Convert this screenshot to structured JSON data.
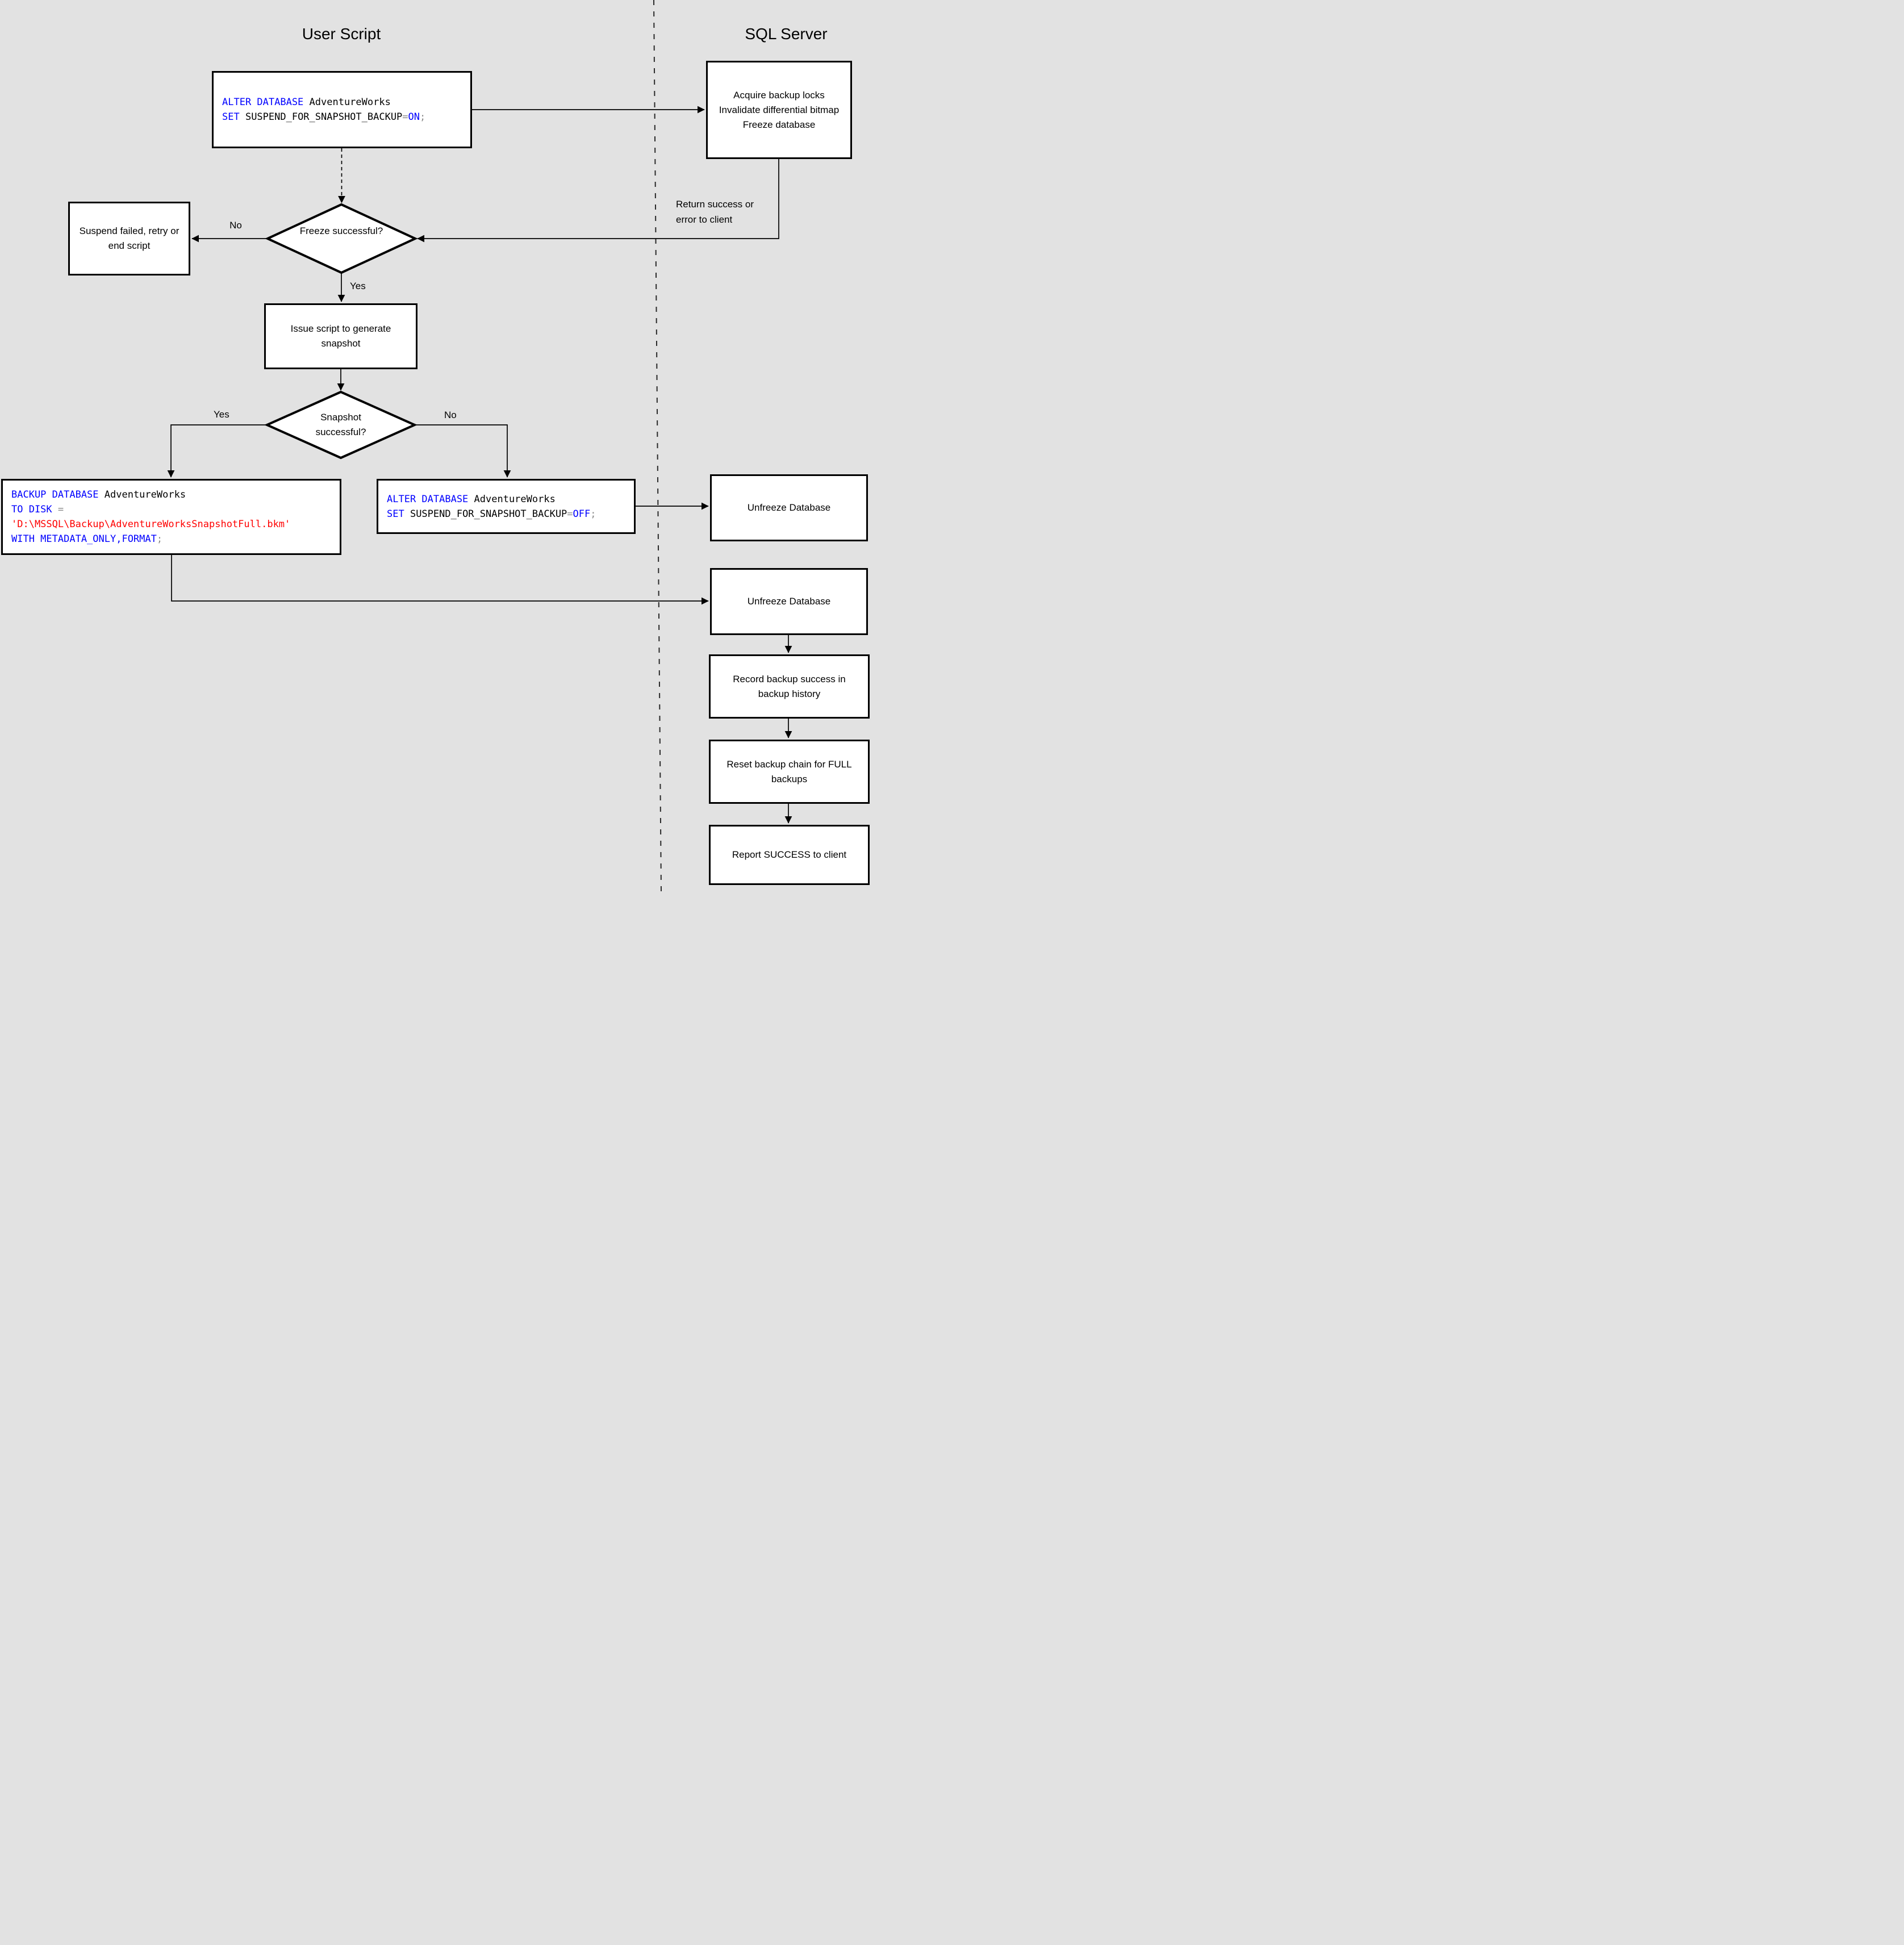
{
  "header": {
    "left_title": "User Script",
    "right_title": "SQL Server"
  },
  "nodes": {
    "alter_on": {
      "line1": {
        "kw": "ALTER DATABASE",
        "id": " AdventureWorks"
      },
      "line2": {
        "kw": "SET",
        "id": " SUSPEND_FOR_SNAPSHOT_BACKUP",
        "op": "=",
        "kw2": "ON",
        "end": ";"
      }
    },
    "acquire": {
      "line1": "Acquire backup locks",
      "line2": "Invalidate differential bitmap",
      "line3": "Freeze database"
    },
    "freeze_decision": {
      "label": "Freeze successful?"
    },
    "suspend_failed": {
      "label": "Suspend failed, retry or end script"
    },
    "issue_script": {
      "label": "Issue script to generate snapshot"
    },
    "snapshot_decision": {
      "label": "Snapshot successful?"
    },
    "backup_cmd": {
      "line1": {
        "kw": "BACKUP DATABASE",
        "id": " AdventureWorks"
      },
      "line2": {
        "kw": "TO DISK",
        "op": " ="
      },
      "line3": {
        "str": "'D:\\MSSQL\\Backup\\AdventureWorksSnapshotFull.bkm'"
      },
      "line4": {
        "kw": "WITH METADATA_ONLY,FORMAT",
        "end": ";"
      }
    },
    "alter_off": {
      "line1": {
        "kw": "ALTER DATABASE",
        "id": " AdventureWorks"
      },
      "line2": {
        "kw": "SET",
        "id": " SUSPEND_FOR_SNAPSHOT_BACKUP",
        "op": "=",
        "kw2": "OFF",
        "end": ";"
      }
    },
    "unfreeze_1": {
      "label": "Unfreeze Database"
    },
    "unfreeze_2": {
      "label": "Unfreeze Database"
    },
    "record_history": {
      "label": "Record backup success in backup history"
    },
    "reset_chain": {
      "label": "Reset backup chain for FULL backups"
    },
    "report_success": {
      "label": "Report SUCCESS to client"
    }
  },
  "edge_labels": {
    "freeze_no": "No",
    "freeze_yes": "Yes",
    "snapshot_yes": "Yes",
    "snapshot_no": "No",
    "return_line1": "Return success or",
    "return_line2": "error to client"
  },
  "colors": {
    "keyword": "#0000ff",
    "string": "#ff0000",
    "operator": "#8a8a8a",
    "identifier": "#000000",
    "background": "#e2e2e2",
    "line": "#000000"
  }
}
